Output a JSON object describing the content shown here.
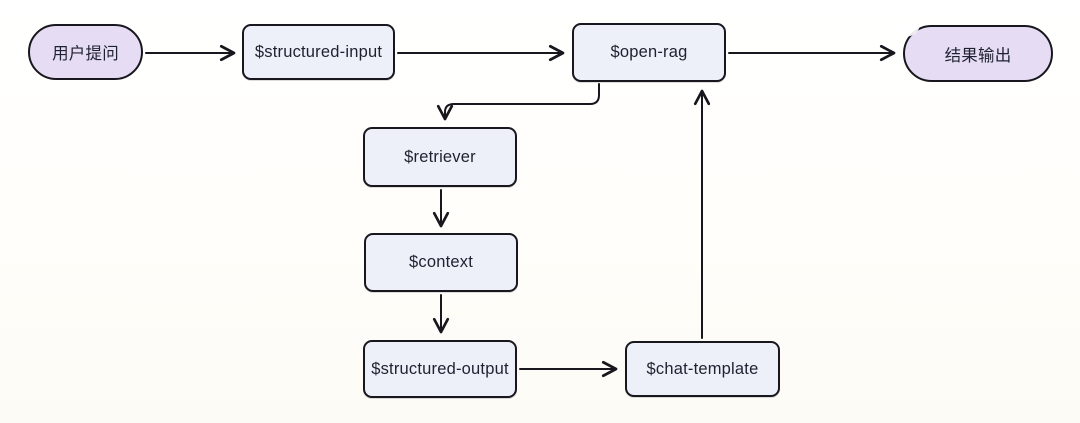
{
  "diagram": {
    "type": "flowchart",
    "colors": {
      "pill_fill": "#e6dcf4",
      "rect_fill": "#eef0f9",
      "stroke": "#17171d",
      "text": "#1e2230",
      "background": "#fffefb"
    },
    "nodes": {
      "user_question": {
        "label": "用户提问",
        "shape": "pill"
      },
      "structured_input": {
        "label": "$structured-input",
        "shape": "rect"
      },
      "open_rag": {
        "label": "$open-rag",
        "shape": "rect"
      },
      "result_output": {
        "label": "结果输出",
        "shape": "pill"
      },
      "retriever": {
        "label": "$retriever",
        "shape": "rect"
      },
      "context": {
        "label": "$context",
        "shape": "rect"
      },
      "structured_output": {
        "label": "$structured-output",
        "shape": "rect"
      },
      "chat_template": {
        "label": "$chat-template",
        "shape": "rect"
      }
    },
    "edges": [
      {
        "from": "user_question",
        "to": "structured_input"
      },
      {
        "from": "structured_input",
        "to": "open_rag"
      },
      {
        "from": "open_rag",
        "to": "result_output"
      },
      {
        "from": "open_rag",
        "to": "retriever"
      },
      {
        "from": "retriever",
        "to": "context"
      },
      {
        "from": "context",
        "to": "structured_output"
      },
      {
        "from": "structured_output",
        "to": "chat_template"
      },
      {
        "from": "chat_template",
        "to": "open_rag"
      }
    ]
  }
}
